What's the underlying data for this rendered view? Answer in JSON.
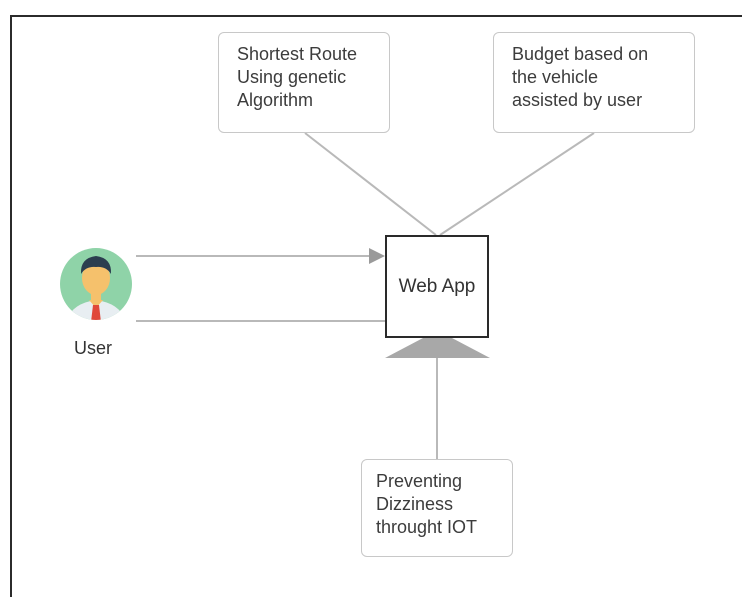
{
  "diagram": {
    "nodes": {
      "route": {
        "lines": [
          "Shortest Route",
          "Using genetic",
          "Algorithm"
        ]
      },
      "budget": {
        "lines": [
          "Budget based on",
          "the vehicle",
          "assisted by user"
        ]
      },
      "web_app": {
        "label": "Web App"
      },
      "iot": {
        "lines": [
          "Preventing",
          "Dizziness",
          "throught IOT"
        ]
      },
      "user": {
        "label": "User",
        "icon": "user-avatar-icon"
      }
    },
    "edges": [
      {
        "from": "route",
        "to": "web_app"
      },
      {
        "from": "budget",
        "to": "web_app"
      },
      {
        "from": "user",
        "to": "web_app",
        "arrow": true
      },
      {
        "from": "web_app",
        "to": "user",
        "arrow": true
      },
      {
        "from": "web_app",
        "to": "iot"
      }
    ],
    "colors": {
      "connector": "#b9b9b9",
      "box_border": "#c8c8c8",
      "monitor_border": "#2a2a2a",
      "monitor_stand": "#a8a8a8",
      "avatar_bg": "#8fd3a8",
      "skin": "#f5c16c",
      "hair": "#2c3e4f",
      "tie": "#e0483a"
    }
  }
}
